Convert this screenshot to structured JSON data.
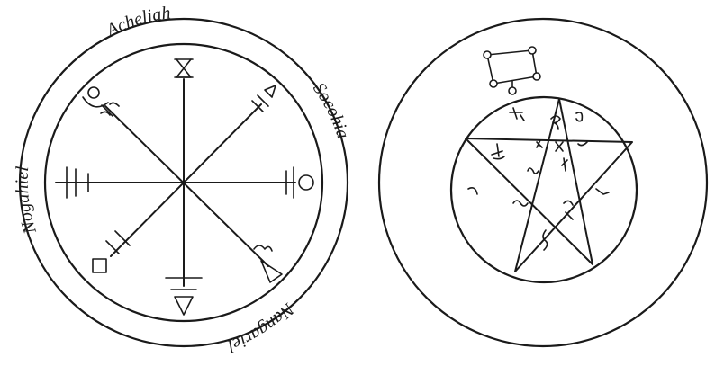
{
  "colors": {
    "ink": "#1a1a1a",
    "paper": "#ffffff"
  },
  "left_pentacle": {
    "names": {
      "top": "Acheliah",
      "right": "Socohia",
      "bottom": "Nangariel",
      "left": "Nogahiel"
    },
    "ray_ends": [
      "hourglass-icon",
      "triangle-ray-icon",
      "circle-ray-icon",
      "arrow-ray-icon",
      "downward-triangle-icon",
      "square-ray-icon",
      "triple-bar-icon",
      "mercury-like-icon"
    ]
  },
  "right_pentacle": {
    "geomantic_figure": "geomantic-figure-icon",
    "center_figure": "pentagram-icon"
  }
}
